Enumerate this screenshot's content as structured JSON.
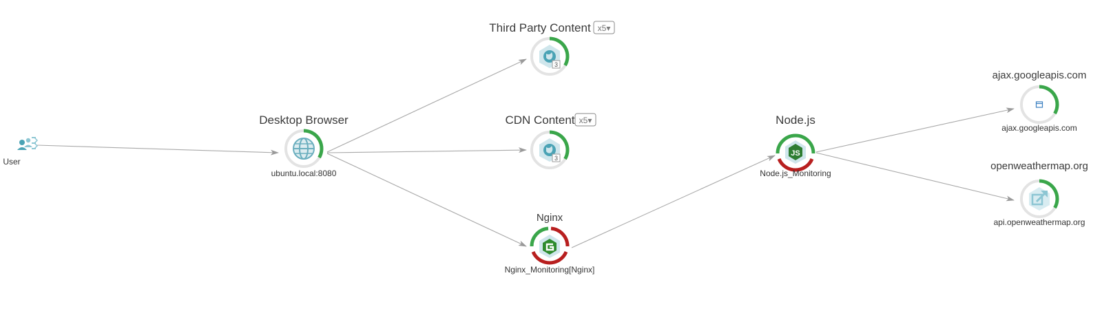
{
  "colors": {
    "ok": "#3aa64a",
    "error": "#b81f1f",
    "ring_bg": "#e3e3e3",
    "edge": "#a8a8a8",
    "icon_teal": "#4aa3b5",
    "icon_bg": "#cfe6ec",
    "node_green": "#2e8b2e"
  },
  "user": {
    "label": "User",
    "icon": "users-icon"
  },
  "browser": {
    "title": "Desktop Browser",
    "subtitle": "ubuntu.local:8080",
    "icon": "globe-icon",
    "health": "ok"
  },
  "third_party": {
    "title": "Third Party Content",
    "badge": "x5▾",
    "count": "3",
    "icon": "third-party-globe-icon",
    "health": "ok"
  },
  "cdn": {
    "title": "CDN Content",
    "badge": "x5▾",
    "count": "3",
    "icon": "cdn-globe-icon",
    "health": "ok"
  },
  "nginx": {
    "title": "Nginx",
    "subtitle": "Nginx_Monitoring[Nginx]",
    "icon": "nginx-icon",
    "health": "mixed"
  },
  "nodejs": {
    "title": "Node.js",
    "subtitle": "Node.js_Monitoring",
    "icon": "nodejs-icon",
    "health": "mixed"
  },
  "ajax": {
    "title": "ajax.googleapis.com",
    "subtitle": "ajax.googleapis.com",
    "icon": "window-icon",
    "health": "ok"
  },
  "owm": {
    "title": "openweathermap.org",
    "subtitle": "api.openweathermap.org",
    "icon": "external-link-icon",
    "health": "ok"
  }
}
